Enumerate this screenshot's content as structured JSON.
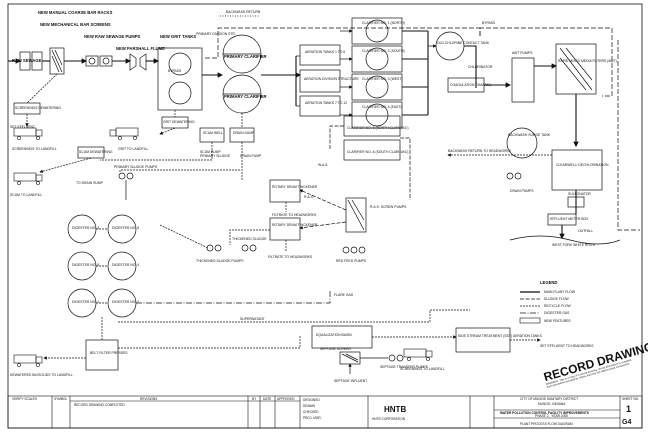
{
  "raw_sewage": "RAW SEWAGE",
  "new_manual_coarse_bar_racks": "NEW MANUAL COARSE BAR RACKS",
  "new_mechanical_bar_screens": "NEW MECHANICAL BAR SCREENS",
  "new_raw_sewage_pumps": "NEW RAW SEWAGE PUMPS",
  "new_parshall_flume": "NEW PARSHALL FLUME",
  "new_grit_tanks": "NEW GRIT TANKS",
  "backwash_return_top": "BACKWASH RETURN",
  "primary_division_str": "PRIMARY DIVISION STR.",
  "bypass": "BYPASS",
  "primary_clarifier": "PRIMARY CLARIFIER",
  "screenings_dewatering": "SCREENINGS DEWATERING",
  "screenings_to_landfill": "SCREENINGS TO LANDFILL",
  "grit_dewatering": "GRIT DEWATERING",
  "grit_to_landfill": "GRIT TO LANDFILL",
  "set_effluent_left": "SET EFFLUENT",
  "scum_well": "SCUM WELL",
  "drain_sump": "DRAIN SUMP",
  "scum_pump": "SCUM PUMP",
  "primary_sludge": "PRIMARY SLUDGE",
  "drain_pump": "DRAIN PUMP",
  "scum_dewatering": "SCUM DEWATERING",
  "scum_to_landfill": "SCUM TO LANDFILL",
  "to_drain_sump": "TO DRAIN SUMP",
  "primary_sludge_pumps": "PRIMARY SLUDGE PUMPS",
  "aeration_tanks_1_6": "AERATION TANKS 1 TO 6",
  "aeration_division_structure": "AERATION DIVISION STRUCTURE",
  "aeration_tanks_7_12": "AERATION TANKS 7 TO 12",
  "clarifier_1": "CLARIFIER NO. 1 (NORTH)",
  "clarifier_2": "CLARIFIER NO. 2 (SOUTH)",
  "clarifier_3": "CLARIFIER NO. 3 (WEST)",
  "clarifier_4": "CLARIFIER NO. 4 (EAST)",
  "clarifier_5": "CLARIFIER NO. 5 (NORTH CLARI-VAC)",
  "clarifier_6": "CLARIFIER NO. 6 (SOUTH CLARI-VAC)",
  "old_chlorine_contact_tank": "OLD CHLORINE CONTACT TANK",
  "chlorinator": "CHLORINATOR",
  "coagulation_channel": "COAGULATION CHANNEL",
  "awt_pumps": "AWT PUMPS",
  "rapid_mixed_media_filters": "RAPID MIXED MEDIA FILTERS (AWT)",
  "backwash_surge_tank": "BACKWASH SURGE TANK",
  "backwash_return_to_headworks": "BACKWASH RETURN TO HEADWORKS",
  "drain_pumps": "DRAIN PUMPS",
  "clearwell_dechlorination": "CLEARWELL/ DECHLORINATION",
  "sulfonator": "SULFONATOR",
  "effluent_meter_box": "EFFLUENT METER BOX",
  "outfall": "OUTFALL",
  "west_fork_white_river": "WEST FORK WHITE RIVER",
  "ras": "R.A.S.",
  "was": "W.A.S.",
  "ras_screw_pumps": "R.A.S. SCREW PUMPS",
  "red_feed_pumps": "RED FEED PUMPS",
  "rotary_drum_thickener": "ROTARY DRUM THICKENER",
  "rotary_drum_thickener_2": "ROTARY DRUM THICKENER",
  "filtrate_to_headworks": "FILTRATE TO HEADWORKS",
  "filtrate_to_headworks_2": "FILTRATE TO HEADWORKS",
  "thickened_sludge": "THICKENED SLUDGE",
  "thickened_sludge_pumps": "THICKENED SLUDGE PUMPS",
  "digester_3": "DIGESTER NO. 3",
  "digester_6": "DIGESTER NO. 6",
  "digester_5": "DIGESTER NO. 5",
  "digester_4": "DIGESTER NO. 4",
  "digester_1": "DIGESTER NO. 1",
  "digester_2": "DIGESTER NO. 2",
  "flare_gas": "FLARE GAS",
  "supernatant": "SUPERNATANT",
  "belt_filter_presses": "BELT FILTER PRESSES",
  "dewatered_biosolids_to_landfill": "DEWATERED BIOSOLIDS TO LANDFILL",
  "equalization_basin": "EQUALIZATION BASIN",
  "side_stream_treatment": "SIDE STREAM TREATMENT (SST) AERATION TANKS",
  "septage_screen": "SEPTAGE SCREEN",
  "septage_influent": "SEPTAGE INFLUENT",
  "septage_transfer_pumps": "SEPTAGE TRANSFER PUMPS",
  "screenings_to_landfill_2": "SCREENINGS TO LANDFILL",
  "set_effluent_right": "SET EFFLUENT TO HEADWORKS",
  "legend": {
    "title": "LEGEND",
    "items": [
      "MAIN PLANT FLOW",
      "SLUDGE FLOW",
      "RECYCLE FLOW",
      "DIGESTER GAS",
      "NEW FEATURES"
    ]
  },
  "record_drawing": "RECORD DRAWING",
  "record_note": "WARNING: This is a copy of a record drawing, record information is compiled from documents provided by others and may not reflect actual construction.",
  "title_block": {
    "verify_scales": "VERIFY SCALES",
    "symbol": "SYMBOL",
    "revisions": "REVISIONS",
    "by": "BY",
    "date": "DATE",
    "approved": "APPROVED",
    "revision_1": "RECORD DRAWING COMPLETED",
    "designed": "DESIGNED",
    "drawn": "DRAWN",
    "checked": "CHECKED",
    "proj_mgr": "PROJ. MGR.",
    "firm": "HNTB",
    "firm_corp": "HNTB CORPORATION",
    "city": "CITY OF MUNCIE SANITARY DISTRICT",
    "city2": "MUNCIE, INDIANA",
    "project": "WATER POLLUTION CONTROL FACILITY IMPROVEMENTS",
    "phase": "PHASE 2 - YEAR 2005",
    "sheet_title": "PLANT PROCESS FLOW DIAGRAM",
    "sheet_no_label": "SHEET NO.",
    "sheet_no": "1",
    "sheet_sub": "G4"
  }
}
